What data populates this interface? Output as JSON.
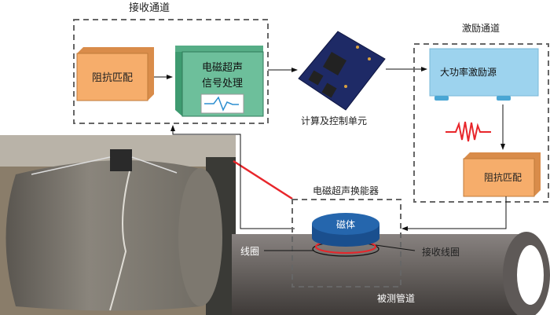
{
  "receive_channel": {
    "title": "接收通道",
    "impedance": "阻抗匹配",
    "processor_line1": "电磁超声",
    "processor_line2": "信号处理"
  },
  "control_unit": {
    "label": "计算及控制单元"
  },
  "excitation_channel": {
    "title": "激励通道",
    "source": "大功率激励源",
    "impedance": "阻抗匹配"
  },
  "transducer": {
    "title": "电磁超声换能器",
    "magnet": "磁体",
    "coil": "线圈",
    "receive_coil": "接收线圈"
  },
  "pipe": {
    "label": "被测管道"
  },
  "colors": {
    "orange": "#f6ad6b",
    "green": "#6dbf9b",
    "blue_box": "#9dd3ee",
    "magnet": "#1f5aa0",
    "wave": "#e8262b",
    "pipe": "#6b6663"
  }
}
